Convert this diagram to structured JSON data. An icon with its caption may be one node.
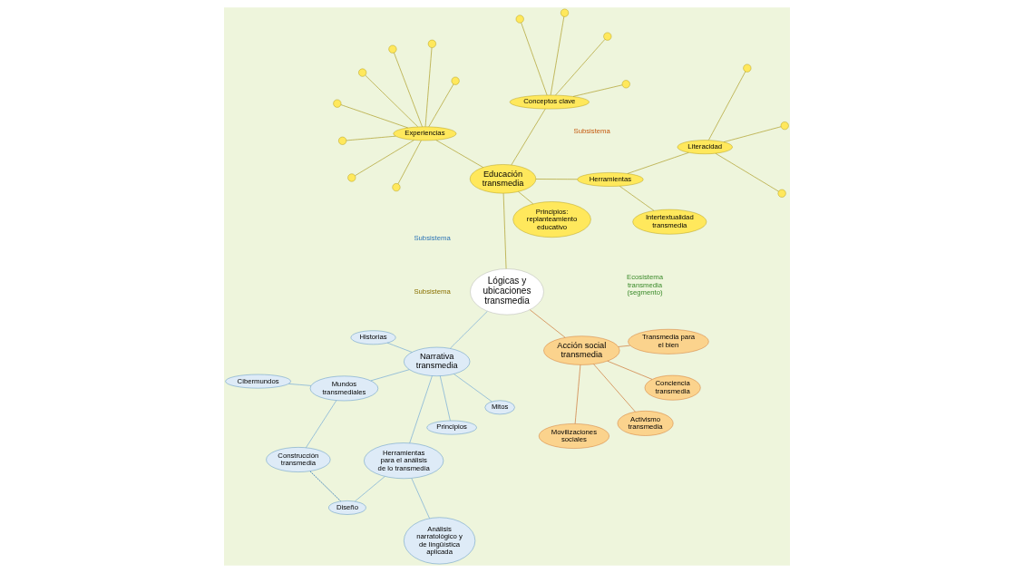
{
  "diagram": {
    "nodes": [
      {
        "text": [
          "Lógicas y ubicaciones transmedia"
        ]
      },
      {
        "text": [
          "Narrativa transmedia"
        ]
      },
      {
        "text": [
          "Mundos transmediales"
        ]
      },
      {
        "text": [
          "Cibermundos"
        ]
      },
      {
        "text": [
          "Construcción transmedia"
        ]
      },
      {
        "text": [
          "Diseño"
        ]
      },
      {
        "text": [
          "Herramientas para el análisis de lo transmedia"
        ]
      },
      {
        "text": [
          "Análisis narratológico y de lingüística aplicada"
        ]
      },
      {
        "text": [
          "Historias"
        ]
      },
      {
        "text": [
          "Mitos"
        ]
      },
      {
        "text": [
          "Principios"
        ]
      },
      {
        "text": [
          "Educación transmedia"
        ]
      },
      {
        "text": [
          "Principios: replanteamiento educativo"
        ]
      },
      {
        "text": [
          "Conceptos clave"
        ]
      },
      {
        "text": [],
        "shape": "circle"
      },
      {
        "text": [],
        "shape": "circle"
      },
      {
        "text": [],
        "shape": "circle"
      },
      {
        "text": [],
        "shape": "circle"
      },
      {
        "text": [
          "Experiencias"
        ]
      },
      {
        "text": [],
        "shape": "circle"
      },
      {
        "text": [],
        "shape": "circle"
      },
      {
        "text": [],
        "shape": "circle"
      },
      {
        "text": [],
        "shape": "circle"
      },
      {
        "text": [],
        "shape": "circle"
      },
      {
        "text": [],
        "shape": "circle"
      },
      {
        "text": [],
        "shape": "circle"
      },
      {
        "text": [],
        "shape": "circle"
      },
      {
        "text": [
          "Herramientas"
        ]
      },
      {
        "text": [
          "Literacidad"
        ]
      },
      {
        "text": [],
        "shape": "circle"
      },
      {
        "text": [],
        "shape": "circle"
      },
      {
        "text": [],
        "shape": "circle"
      },
      {
        "text": [
          "Intertextualidad transmedia"
        ]
      },
      {
        "text": [
          "Acción social transmedia"
        ]
      },
      {
        "text": [
          "Activismo transmedia"
        ]
      },
      {
        "text": [
          "Movilizaciones sociales"
        ]
      },
      {
        "text": [
          "Conciencia transmedia"
        ]
      },
      {
        "text": [
          "Transmedia para el bien"
        ]
      }
    ],
    "edges": [
      {
        "from": 0,
        "to": 1,
        "arrow": "none",
        "color": "#5b9bd5"
      },
      {
        "from": 1,
        "to": 2,
        "arrow": "none",
        "color": "#5b9bd5"
      },
      {
        "from": 2,
        "to": 3,
        "arrow": "none",
        "color": "#5b9bd5"
      },
      {
        "from": 2,
        "to": 4,
        "arrow": "none",
        "color": "#5b9bd5"
      },
      {
        "from": 4,
        "to": 5,
        "arrow": "none",
        "style": "dashed",
        "color": "#2e75b6"
      },
      {
        "from": 6,
        "to": 5,
        "arrow": "none",
        "color": "#5b9bd5"
      },
      {
        "from": 6,
        "to": 7,
        "arrow": "none",
        "color": "#5b9bd5"
      },
      {
        "from": 1,
        "to": 6,
        "arrow": "none",
        "color": "#5b9bd5"
      },
      {
        "from": 1,
        "to": 8,
        "arrow": "none",
        "color": "#5b9bd5"
      },
      {
        "from": 1,
        "to": 9,
        "arrow": "none",
        "color": "#5b9bd5"
      },
      {
        "from": 1,
        "to": 10,
        "arrow": "none",
        "color": "#5b9bd5"
      },
      {
        "from": 0,
        "to": 11,
        "arrow": "none"
      },
      {
        "from": 11,
        "to": 12,
        "arrow": "none"
      },
      {
        "from": 11,
        "to": 13,
        "arrow": "none"
      },
      {
        "from": 13,
        "to": 14,
        "arrow": "none"
      },
      {
        "from": 13,
        "to": 15,
        "arrow": "none"
      },
      {
        "from": 13,
        "to": 16,
        "arrow": "none"
      },
      {
        "from": 13,
        "to": 17,
        "arrow": "none"
      },
      {
        "from": 11,
        "to": 18,
        "arrow": "none"
      },
      {
        "from": 18,
        "to": 19,
        "arrow": "none"
      },
      {
        "from": 18,
        "to": 20,
        "arrow": "none"
      },
      {
        "from": 18,
        "to": 21,
        "arrow": "none"
      },
      {
        "from": 18,
        "to": 22,
        "arrow": "none"
      },
      {
        "from": 18,
        "to": 23,
        "arrow": "none"
      },
      {
        "from": 18,
        "to": 24,
        "arrow": "none"
      },
      {
        "from": 18,
        "to": 25,
        "arrow": "none"
      },
      {
        "from": 18,
        "to": 26,
        "arrow": "none"
      },
      {
        "from": 11,
        "to": 27,
        "arrow": "none"
      },
      {
        "from": 27,
        "to": 28,
        "arrow": "none"
      },
      {
        "from": 28,
        "to": 29,
        "arrow": "none"
      },
      {
        "from": 28,
        "to": 30,
        "arrow": "none"
      },
      {
        "from": 28,
        "to": 31,
        "arrow": "none"
      },
      {
        "from": 27,
        "to": 32,
        "arrow": "none"
      },
      {
        "from": 0,
        "to": 33,
        "arrow": "none",
        "color": "#c55a11"
      },
      {
        "from": 33,
        "to": 34,
        "arrow": "none",
        "color": "#c55a11"
      },
      {
        "from": 33,
        "to": 35,
        "arrow": "none",
        "color": "#c55a11"
      },
      {
        "from": 33,
        "to": 36,
        "arrow": "none",
        "color": "#c55a11"
      },
      {
        "from": 33,
        "to": 37,
        "arrow": "none",
        "color": "#c55a11"
      }
    ],
    "labels": [
      "Subsistema",
      "Subsistema",
      "Subsistema",
      "Ecosistema transmedia (segmento)"
    ]
  }
}
